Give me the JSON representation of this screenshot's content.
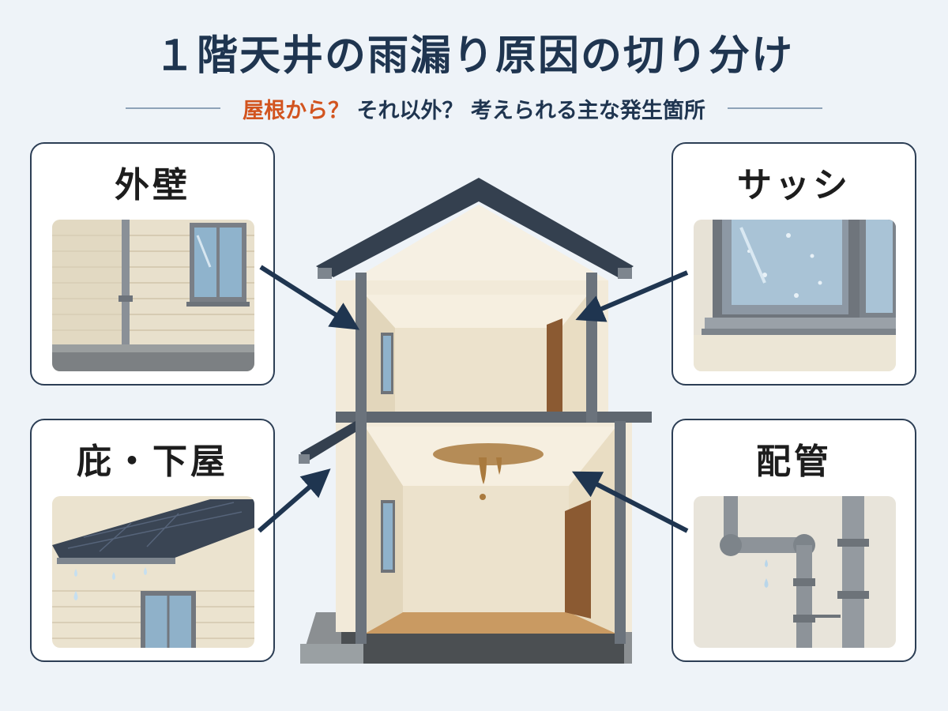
{
  "title": "１階天井の雨漏り原因の切り分け",
  "subtitle": {
    "accent": "屋根から？",
    "rest": "それ以外？ 考えられる主な発生箇所"
  },
  "cards": {
    "wall": {
      "label": "外壁"
    },
    "sash": {
      "label": "サッシ"
    },
    "eave": {
      "label": "庇・下屋"
    },
    "pipe": {
      "label": "配管"
    }
  },
  "colors": {
    "navy": "#1f3550",
    "accent": "#d2541f",
    "roof": "#3b4a5c",
    "stain": "#a97a3e",
    "arrow": "#1f3550"
  }
}
